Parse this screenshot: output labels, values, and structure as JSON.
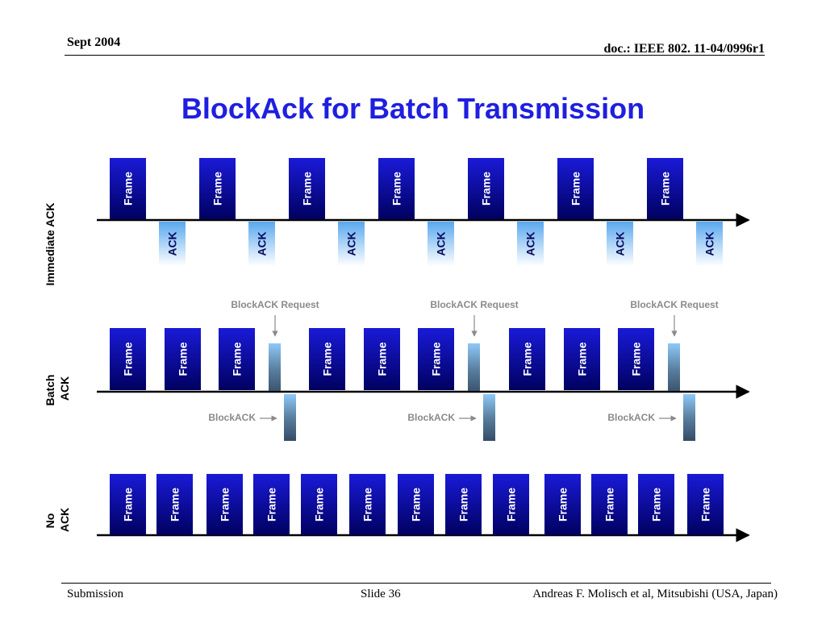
{
  "header": {
    "date": "Sept 2004",
    "doc_id": "doc.: IEEE 802. 11-04/0996r1"
  },
  "title": "BlockAck for Batch Transmission",
  "rows": {
    "immediate": {
      "label": "Immediate ACK",
      "frame_label": "Frame",
      "ack_label": "ACK",
      "frame_count": 7,
      "ack_count": 7
    },
    "batch": {
      "label_line1": "Batch",
      "label_line2": "ACK",
      "frame_label": "Frame",
      "groups": 3,
      "frames_per_group": 3,
      "request_label": "BlockACK Request",
      "blockack_label": "BlockACK"
    },
    "noack": {
      "label_line1": "No",
      "label_line2": "ACK",
      "frame_label": "Frame",
      "frame_count": 13
    }
  },
  "colors": {
    "frame_top": "#1a1ad8",
    "frame_bottom": "#000060",
    "ack_top": "#5aa8ee",
    "ack_bottom": "#ffffff",
    "title": "#1f1fe0",
    "note": "#8a8a8a"
  },
  "footer": {
    "left": "Submission",
    "center": "Slide 36",
    "right": "Andreas F. Molisch et al, Mitsubishi (USA, Japan)"
  }
}
